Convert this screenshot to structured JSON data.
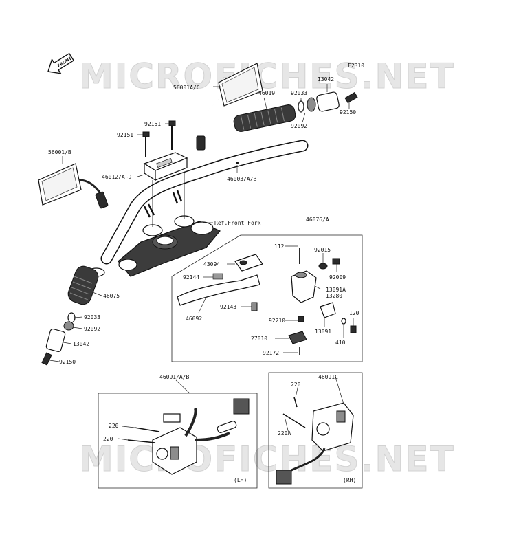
{
  "diagram_id": "F2310",
  "watermark": "MICROFICHES.NET",
  "front_indicator": "FRONT",
  "sides": {
    "lh": "(LH)",
    "rh": "(RH)"
  },
  "ref_note": "Ref.Front Fork",
  "labels": {
    "l56001ac": "56001A/C",
    "l46019": "46019",
    "l92033a": "92033",
    "l13042a": "13042",
    "l92092a": "92092",
    "l92150a": "92150",
    "l92151a": "92151",
    "l92151b": "92151",
    "l56001b": "56001/B",
    "l46012": "46012/A~D",
    "l46003": "46003/A/B",
    "l46076": "46076/A",
    "l112": "112",
    "l92015": "92015",
    "l43094": "43094",
    "l92009": "92009",
    "l92144": "92144",
    "l13091a": "13091A",
    "l13280": "13280",
    "l46075": "46075",
    "l92143": "92143",
    "l46092": "46092",
    "l92210": "92210",
    "l13091": "13091",
    "l120": "120",
    "l92033b": "92033",
    "l92092b": "92092",
    "l410": "410",
    "l27010": "27010",
    "l13042b": "13042",
    "l92172": "92172",
    "l92150b": "92150",
    "l46091ab": "46091/A/B",
    "l46091c": "46091C",
    "l220a": "220",
    "l220b": "220",
    "l220c": "220",
    "l220A": "220A"
  }
}
